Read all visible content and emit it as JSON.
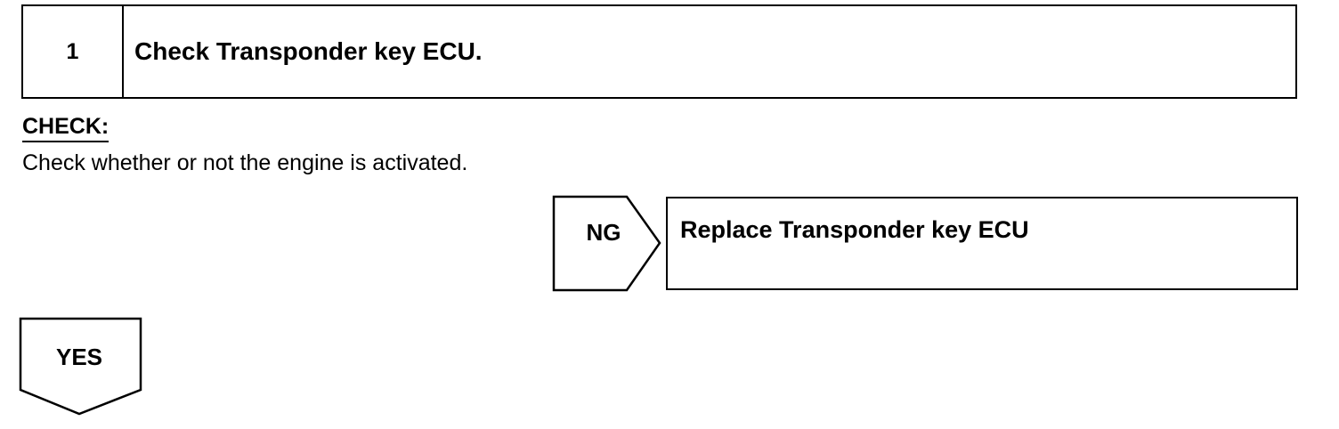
{
  "step": {
    "number": "1",
    "title": "Check Transponder key ECU."
  },
  "check": {
    "heading": "CHECK:",
    "text": "Check whether or not the engine is activated."
  },
  "ng_branch": {
    "label": "NG",
    "action": "Replace Transponder key ECU"
  },
  "yes_branch": {
    "label": "YES"
  }
}
